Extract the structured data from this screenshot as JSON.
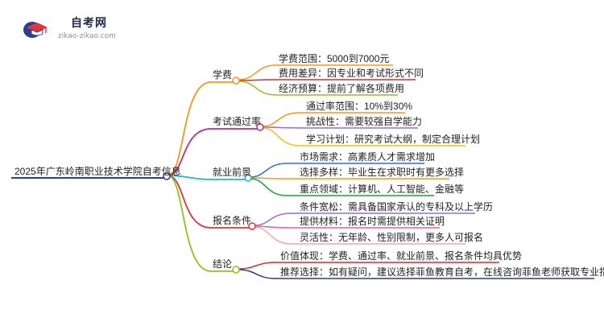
{
  "brand": {
    "name": "自考网",
    "url_text": "zikao-zikao.com"
  },
  "root": "2025年广东岭南职业技术学院自考信息",
  "branches": [
    {
      "label": "学费",
      "color": "#f39a1e",
      "children": [
        "学费范围：5000到7000元",
        "费用差异：因专业和考试形式不同",
        "经济预算：提前了解各项费用"
      ],
      "child_colors": [
        "#f39a1e",
        "#d92c2c",
        "#8fc31f"
      ]
    },
    {
      "label": "考试通过率",
      "color": "#b7308a",
      "children": [
        "通过率范围：10%到30%",
        "挑战性：需要较强自学能力",
        "学习计划：研究考试大纲，制定合理计划"
      ],
      "child_colors": [
        "#f39a1e",
        "#9b6bd6",
        "#e6c21a"
      ]
    },
    {
      "label": "就业前景",
      "color": "#1bb9c9",
      "children": [
        "市场需求：高素质人才需求增加",
        "选择多样：毕业生在求职时有更多选择",
        "重点领域：计算机、人工智能、金融等"
      ],
      "child_colors": [
        "#2a6fdb",
        "#f39a1e",
        "#1f9e3a"
      ]
    },
    {
      "label": "报名条件",
      "color": "#e0353a",
      "children": [
        "条件宽松：需具备国家承认的专科及以上学历",
        "提供材料：报名时需提供相关证明",
        "灵活性：无年龄、性别限制，更多人可报名"
      ],
      "child_colors": [
        "#9b6bd6",
        "#e85d9c",
        "#f2a7a7"
      ]
    },
    {
      "label": "结论",
      "color": "#8fc31f",
      "children": [
        "价值体现：学费、通过率、就业前景、报名条件均具优势",
        "推荐选择：如有疑问，建议选择菲鱼教育自考，在线咨询菲鱼老师获取专业指导。"
      ],
      "child_colors": [
        "#d92c2c",
        "#2a3f8f"
      ]
    }
  ],
  "colors": {
    "root_line": "#2a3f8f",
    "text": "#222222"
  }
}
